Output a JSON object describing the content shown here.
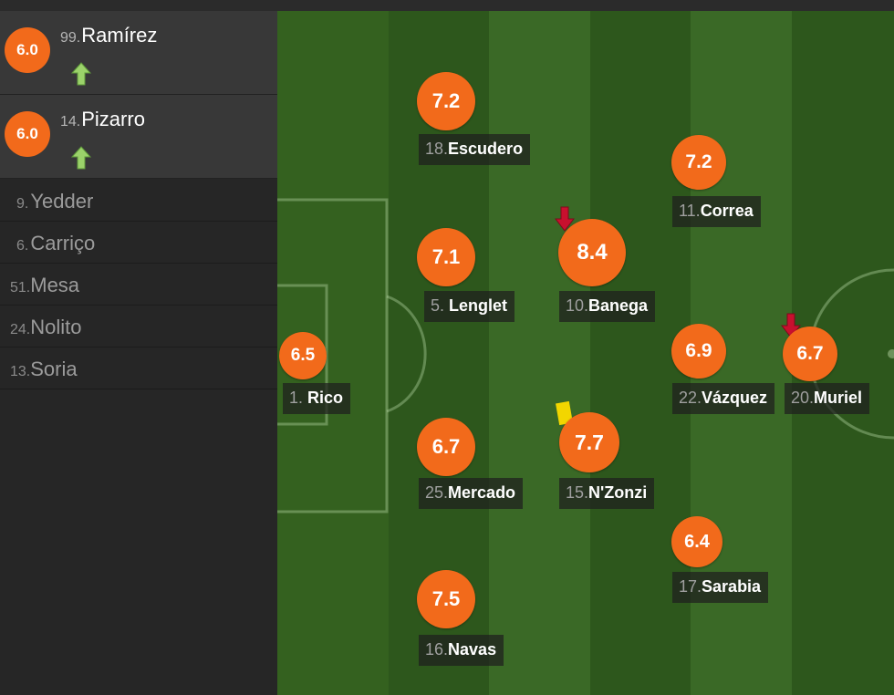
{
  "substitutes_in": [
    {
      "number": "99.",
      "name": "Ramírez",
      "rating": "6.0",
      "icon": "sub-in-arrow-icon"
    },
    {
      "number": "14.",
      "name": "Pizarro",
      "rating": "6.0",
      "icon": "sub-in-arrow-icon"
    }
  ],
  "bench": [
    {
      "number": "9.",
      "name": "Yedder"
    },
    {
      "number": "6.",
      "name": "Carriço"
    },
    {
      "number": "51.",
      "name": "Mesa"
    },
    {
      "number": "24.",
      "name": "Nolito"
    },
    {
      "number": "13.",
      "name": "Soria"
    }
  ],
  "players": [
    {
      "number": "1.",
      "name": "Rico",
      "rating": "6.5"
    },
    {
      "number": "18.",
      "name": "Escudero",
      "rating": "7.2"
    },
    {
      "number": "5.",
      "name": "Lenglet",
      "rating": "7.1"
    },
    {
      "number": "25.",
      "name": "Mercado",
      "rating": "6.7"
    },
    {
      "number": "16.",
      "name": "Navas",
      "rating": "7.5"
    },
    {
      "number": "10.",
      "name": "Banega",
      "rating": "8.4",
      "badge": "sub-off-arrow-icon"
    },
    {
      "number": "15.",
      "name": "N'Zonzi",
      "rating": "7.7",
      "badge": "yellow-card-icon"
    },
    {
      "number": "11.",
      "name": "Correa",
      "rating": "7.2"
    },
    {
      "number": "22.",
      "name": "Vázquez",
      "rating": "6.9"
    },
    {
      "number": "17.",
      "name": "Sarabia",
      "rating": "6.4"
    },
    {
      "number": "20.",
      "name": "Muriel",
      "rating": "6.7",
      "badge": "sub-off-arrow-icon"
    }
  ],
  "colors": {
    "rating": "#f26a1b",
    "pitch_dark": "#2f5a1e",
    "pitch_light": "#3a6926",
    "sub_in_arrow": "#9bd26a",
    "sub_off_arrow": "#c8102e",
    "yellow_card": "#f2d600"
  }
}
